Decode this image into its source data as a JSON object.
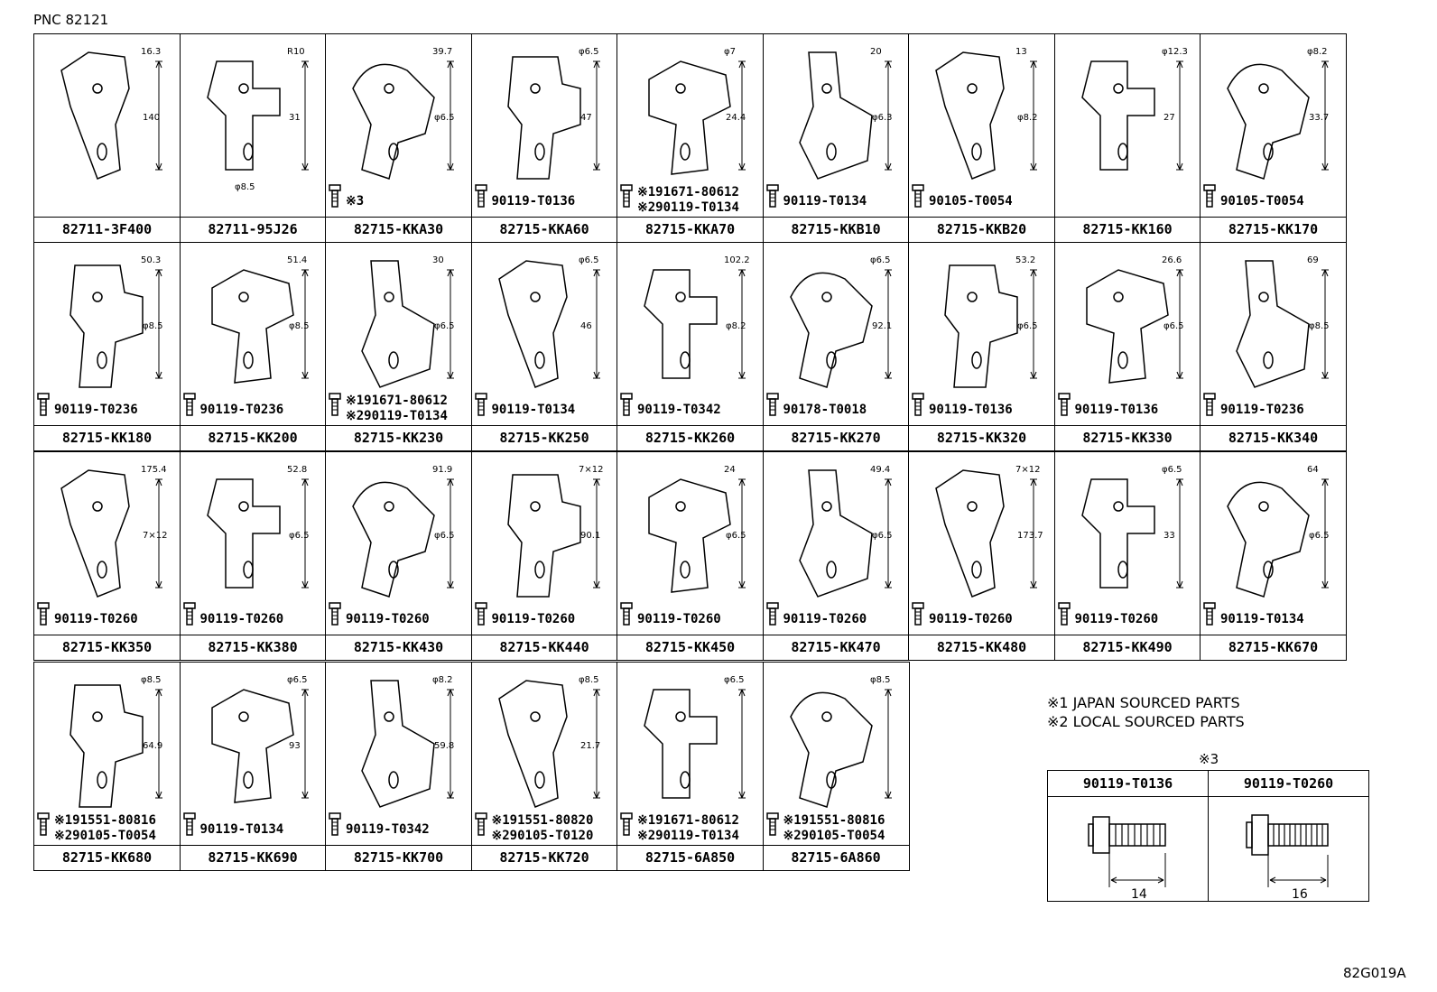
{
  "header": {
    "pnc": "PNC 82121"
  },
  "figure_id": "82G019A",
  "cells": [
    {
      "part": "82711-3F400",
      "dims": [
        "16.3",
        "140"
      ],
      "bolts": []
    },
    {
      "part": "82711-95J26",
      "dims": [
        "R10",
        "31",
        "φ8.5"
      ],
      "bolts": []
    },
    {
      "part": "82715-KKA30",
      "dims": [
        "39.7",
        "φ6.5"
      ],
      "bolts": [
        "※3"
      ]
    },
    {
      "part": "82715-KKA60",
      "dims": [
        "φ6.5",
        "47"
      ],
      "bolts": [
        "90119-T0136"
      ]
    },
    {
      "part": "82715-KKA70",
      "dims": [
        "φ7",
        "24.4"
      ],
      "bolts": [
        "※191671-80612",
        "※290119-T0134"
      ]
    },
    {
      "part": "82715-KKB10",
      "dims": [
        "20",
        "φ6.3"
      ],
      "bolts": [
        "90119-T0134"
      ]
    },
    {
      "part": "82715-KKB20",
      "dims": [
        "13",
        "φ8.2"
      ],
      "bolts": [
        "90105-T0054"
      ]
    },
    {
      "part": "82715-KK160",
      "dims": [
        "φ12.3",
        "27"
      ],
      "bolts": []
    },
    {
      "part": "82715-KK170",
      "dims": [
        "φ8.2",
        "33.7"
      ],
      "bolts": [
        "90105-T0054"
      ]
    },
    {
      "part": "82715-KK180",
      "dims": [
        "50.3",
        "φ8.5"
      ],
      "bolts": [
        "90119-T0236"
      ]
    },
    {
      "part": "82715-KK200",
      "dims": [
        "51.4",
        "φ8.5"
      ],
      "bolts": [
        "90119-T0236"
      ]
    },
    {
      "part": "82715-KK230",
      "dims": [
        "30",
        "φ6.5"
      ],
      "bolts": [
        "※191671-80612",
        "※290119-T0134"
      ]
    },
    {
      "part": "82715-KK250",
      "dims": [
        "φ6.5",
        "46"
      ],
      "bolts": [
        "90119-T0134"
      ]
    },
    {
      "part": "82715-KK260",
      "dims": [
        "102.2",
        "φ8.2"
      ],
      "bolts": [
        "90119-T0342"
      ]
    },
    {
      "part": "82715-KK270",
      "dims": [
        "φ6.5",
        "92.1"
      ],
      "bolts": [
        "90178-T0018"
      ]
    },
    {
      "part": "82715-KK320",
      "dims": [
        "53.2",
        "φ6.5"
      ],
      "bolts": [
        "90119-T0136"
      ]
    },
    {
      "part": "82715-KK330",
      "dims": [
        "26.6",
        "φ6.5"
      ],
      "bolts": [
        "90119-T0136"
      ]
    },
    {
      "part": "82715-KK340",
      "dims": [
        "69",
        "φ8.5"
      ],
      "bolts": [
        "90119-T0236"
      ]
    },
    {
      "part": "82715-KK350",
      "dims": [
        "175.4",
        "7×12"
      ],
      "bolts": [
        "90119-T0260"
      ]
    },
    {
      "part": "82715-KK380",
      "dims": [
        "52.8",
        "φ6.5"
      ],
      "bolts": [
        "90119-T0260"
      ]
    },
    {
      "part": "82715-KK430",
      "dims": [
        "91.9",
        "φ6.5"
      ],
      "bolts": [
        "90119-T0260"
      ]
    },
    {
      "part": "82715-KK440",
      "dims": [
        "7×12",
        "90.1"
      ],
      "bolts": [
        "90119-T0260"
      ]
    },
    {
      "part": "82715-KK450",
      "dims": [
        "24",
        "φ6.5"
      ],
      "bolts": [
        "90119-T0260"
      ]
    },
    {
      "part": "82715-KK470",
      "dims": [
        "49.4",
        "φ6.5"
      ],
      "bolts": [
        "90119-T0260"
      ]
    },
    {
      "part": "82715-KK480",
      "dims": [
        "7×12",
        "173.7"
      ],
      "bolts": [
        "90119-T0260"
      ]
    },
    {
      "part": "82715-KK490",
      "dims": [
        "φ6.5",
        "33"
      ],
      "bolts": [
        "90119-T0260"
      ]
    },
    {
      "part": "82715-KK670",
      "dims": [
        "64",
        "φ6.5"
      ],
      "bolts": [
        "90119-T0134"
      ]
    },
    {
      "part": "82715-KK680",
      "dims": [
        "φ8.5",
        "64.9"
      ],
      "bolts": [
        "※191551-80816",
        "※290105-T0054"
      ]
    },
    {
      "part": "82715-KK690",
      "dims": [
        "φ6.5",
        "93"
      ],
      "bolts": [
        "90119-T0134"
      ]
    },
    {
      "part": "82715-KK700",
      "dims": [
        "φ8.2",
        "59.8"
      ],
      "bolts": [
        "90119-T0342"
      ]
    },
    {
      "part": "82715-KK720",
      "dims": [
        "φ8.5",
        "21.7"
      ],
      "bolts": [
        "※191551-80820",
        "※290105-T0120"
      ]
    },
    {
      "part": "82715-6A850",
      "dims": [
        "φ6.5"
      ],
      "bolts": [
        "※191671-80612",
        "※290119-T0134"
      ]
    },
    {
      "part": "82715-6A860",
      "dims": [
        "φ8.5"
      ],
      "bolts": [
        "※191551-80816",
        "※290105-T0054"
      ]
    }
  ],
  "notes": [
    "※1 JAPAN SOURCED PARTS",
    "※2 LOCAL SOURCED PARTS"
  ],
  "bolt_table": {
    "title": "※3",
    "columns": [
      {
        "part": "90119-T0136",
        "length": "14"
      },
      {
        "part": "90119-T0260",
        "length": "16"
      }
    ]
  }
}
